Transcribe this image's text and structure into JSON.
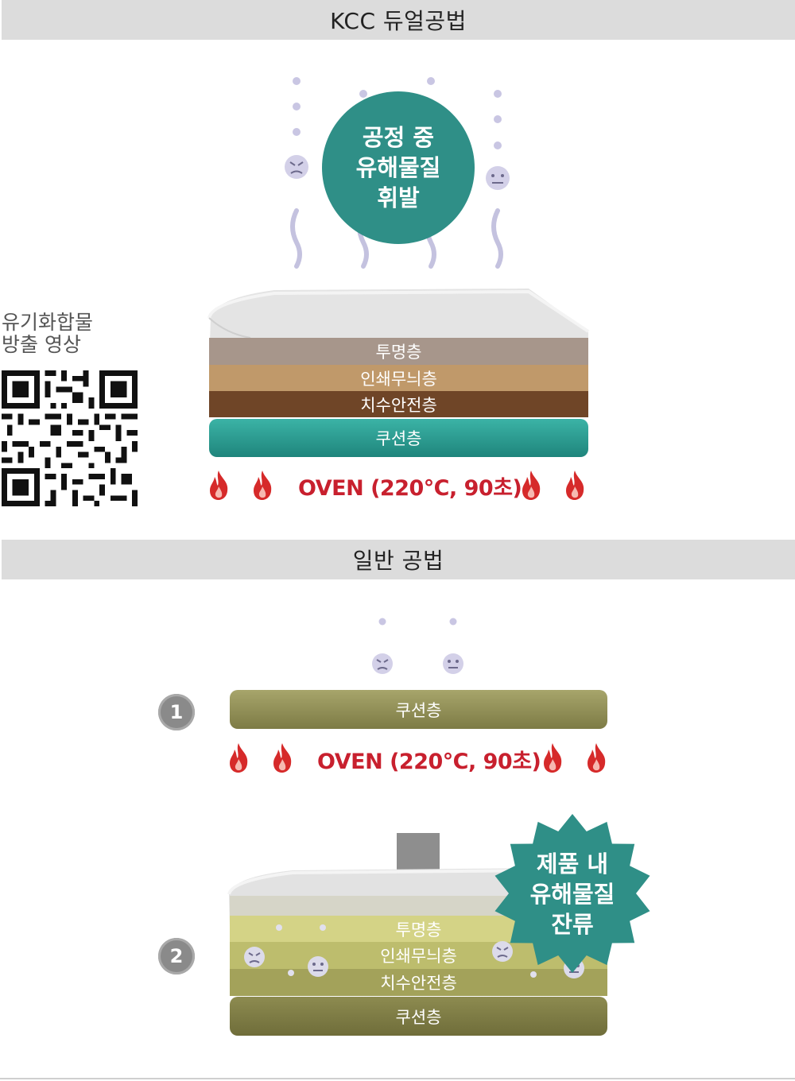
{
  "sections": {
    "kcc_title": "KCC 듀얼공법",
    "general_title": "일반 공법"
  },
  "kcc": {
    "bubble_lines": [
      "공정 중",
      "유해물질",
      "휘발"
    ],
    "layers": {
      "clear": "투명층",
      "print": "인쇄무늬층",
      "stable": "치수안전층",
      "cushion": "쿠션층"
    },
    "oven": "OVEN (220℃, 90초)"
  },
  "qr": {
    "label_line1": "유기화합물",
    "label_line2": "방출 영상"
  },
  "general": {
    "step1_badge": "1",
    "step2_badge": "2",
    "step1_layer": "쿠션층",
    "oven": "OVEN (220℃, 90초)",
    "step2_layers": {
      "clear": "투명층",
      "print": "인쇄무늬층",
      "stable": "치수안전층",
      "cushion": "쿠션층"
    },
    "burst_lines": [
      "제품 내",
      "유해물질",
      "잔류"
    ]
  },
  "colors": {
    "teal": "#2f8f87",
    "flame": "#d62a2a",
    "oven_text": "#c8202e",
    "olive": "#8b8b4e",
    "brown": "#6f4527",
    "tan": "#c0996a"
  }
}
